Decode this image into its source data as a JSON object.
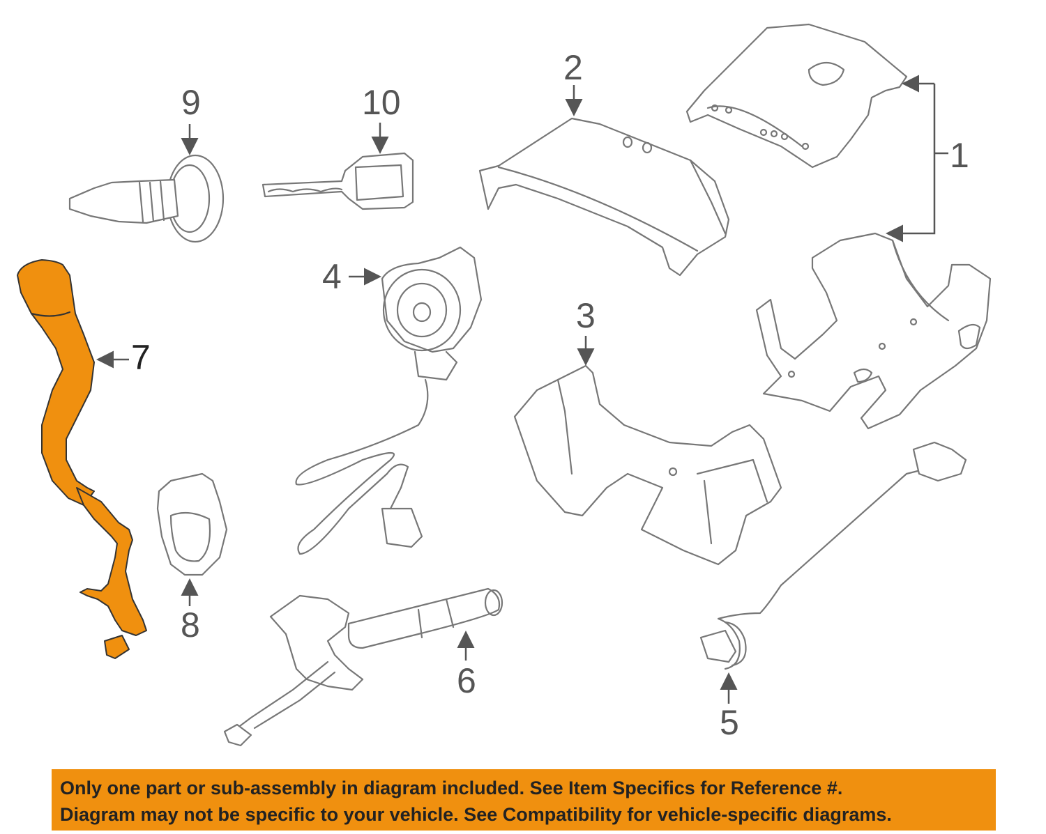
{
  "callouts": [
    {
      "id": "1",
      "label": "1"
    },
    {
      "id": "2",
      "label": "2"
    },
    {
      "id": "3",
      "label": "3"
    },
    {
      "id": "4",
      "label": "4"
    },
    {
      "id": "5",
      "label": "5"
    },
    {
      "id": "6",
      "label": "6"
    },
    {
      "id": "7",
      "label": "7"
    },
    {
      "id": "8",
      "label": "8"
    },
    {
      "id": "9",
      "label": "9"
    },
    {
      "id": "10",
      "label": "10"
    }
  ],
  "highlight_color": "#f0900f",
  "banner": {
    "line1": "Only one part or sub-assembly in diagram included. See Item Specifics for Reference #.",
    "line2": "Diagram may not be specific to your vehicle. See Compatibility for vehicle-specific diagrams."
  }
}
